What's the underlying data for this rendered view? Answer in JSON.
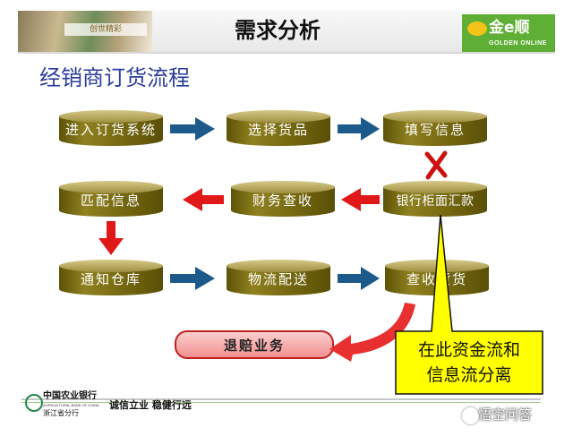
{
  "header": {
    "title": "需求分析",
    "photo_caption": "创世精彩",
    "brand_cn": "金e顺",
    "brand_en": "GOLDEN ONLINE"
  },
  "subtitle": "经销商订货流程",
  "nodes": {
    "enter_system": "进入订货系统",
    "select_goods": "选择货品",
    "fill_info": "填写信息",
    "match_info": "匹配信息",
    "finance_check": "财务查收",
    "bank_counter": "银行柜面汇款",
    "notify_warehouse": "通知仓库",
    "logistics": "物流配送",
    "check_goods": "查收货货",
    "return_business": "退赔业务"
  },
  "callout": {
    "line1": "在此资金流和",
    "line2": "信息流分离"
  },
  "footer": {
    "bank_cn": "中国农业银行",
    "bank_en": "AGRICULTURAL BANK OF CHINA",
    "bank_branch": "浙江省分行",
    "motto": "诚信立业 稳健行远",
    "watermark": "悟空问答"
  },
  "colors": {
    "cylinder": "#7d6f15",
    "blue_arrow": "#1d5a8c",
    "red_arrow": "#e01818",
    "callout_fill": "#ffff00",
    "title_blue": "#2a3d9a"
  }
}
